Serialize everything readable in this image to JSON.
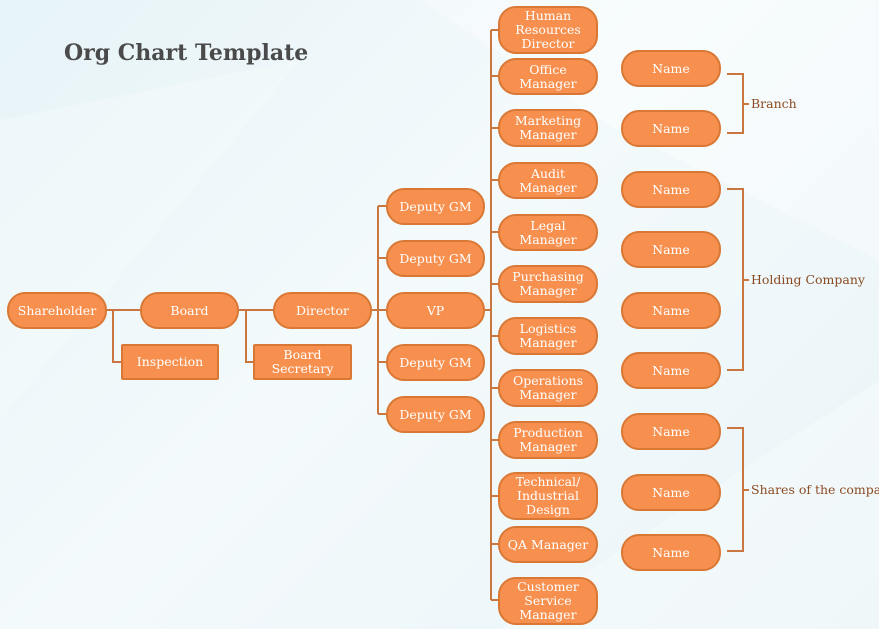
{
  "title": "Org Chart Template",
  "colors": {
    "node_fill": "#f7904f",
    "node_border": "#d97835",
    "connector": "#c9773f",
    "label_text": "#8a4b22"
  },
  "nodes": {
    "shareholder": "Shareholder",
    "board": "Board",
    "inspection": "Inspection",
    "director": "Director",
    "board_secretary": "Board Secretary",
    "deputy_gm_1": "Deputy GM",
    "deputy_gm_2": "Deputy GM",
    "vp": "VP",
    "deputy_gm_3": "Deputy GM",
    "deputy_gm_4": "Deputy GM"
  },
  "managers": [
    "Human\nResources\nDirector",
    "Office Manager",
    "Marketing\nManager",
    "Audit Manager",
    "Legal Manager",
    "Purchasing\nManager",
    "Logistics\nManager",
    "Operations\nManager",
    "Production\nManager",
    "Technical/\nIndustrial\nDesign",
    "QA Manager",
    "Customer\nService\nManager"
  ],
  "name_boxes": [
    "Name",
    "Name",
    "Name",
    "Name",
    "Name",
    "Name",
    "Name",
    "Name",
    "Name"
  ],
  "groups": {
    "branch": "Branch",
    "holding_company": "Holding Company",
    "shares": "Shares of the company"
  }
}
